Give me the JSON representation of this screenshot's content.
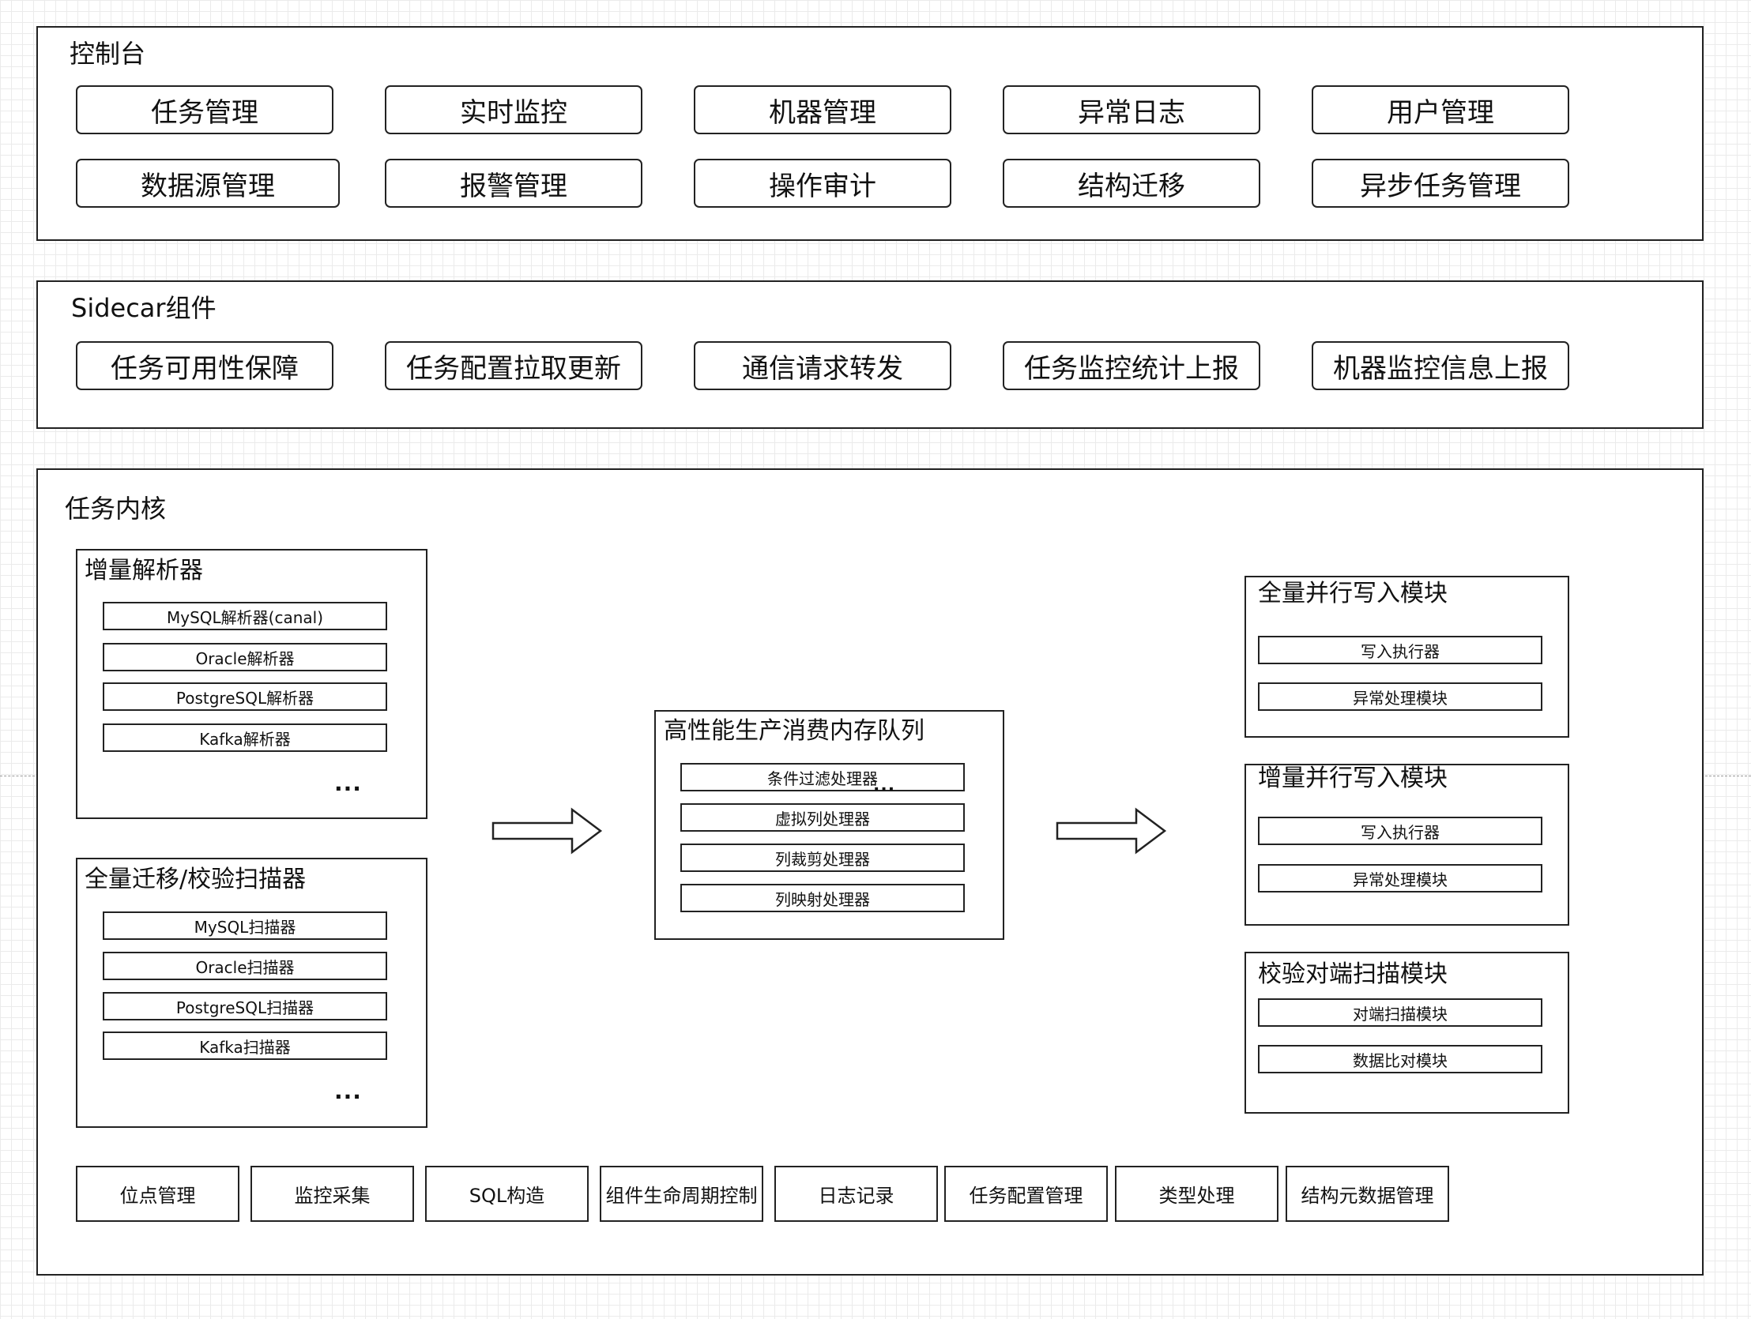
{
  "console": {
    "title": "控制台",
    "items": [
      "任务管理",
      "实时监控",
      "机器管理",
      "异常日志",
      "用户管理",
      "数据源管理",
      "报警管理",
      "操作审计",
      "结构迁移",
      "异步任务管理"
    ]
  },
  "sidecar": {
    "title": "Sidecar组件",
    "items": [
      "任务可用性保障",
      "任务配置拉取更新",
      "通信请求转发",
      "任务监控统计上报",
      "机器监控信息上报"
    ]
  },
  "kernel": {
    "title": "任务内核",
    "incremental_parser": {
      "title": "增量解析器",
      "items": [
        "MySQL解析器(canal)",
        "Oracle解析器",
        "PostgreSQL解析器",
        "Kafka解析器"
      ],
      "more": "..."
    },
    "full_scanner": {
      "title": "全量迁移/校验扫描器",
      "items": [
        "MySQL扫描器",
        "Oracle扫描器",
        "PostgreSQL扫描器",
        "Kafka扫描器"
      ],
      "more": "..."
    },
    "queue": {
      "title": "高性能生产消费内存队列",
      "items": [
        "条件过滤处理器",
        "虚拟列处理器",
        "列裁剪处理器",
        "列映射处理器"
      ],
      "more": "..."
    },
    "full_writer": {
      "title": "全量并行写入模块",
      "items": [
        "写入执行器",
        "异常处理模块"
      ]
    },
    "incremental_writer": {
      "title": "增量并行写入模块",
      "items": [
        "写入执行器",
        "异常处理模块"
      ]
    },
    "verify_scanner": {
      "title": "校验对端扫描模块",
      "items": [
        "对端扫描模块",
        "数据比对模块"
      ]
    },
    "utilities": [
      "位点管理",
      "监控采集",
      "SQL构造",
      "组件生命周期控制",
      "日志记录",
      "任务配置管理",
      "类型处理",
      "结构元数据管理"
    ]
  }
}
